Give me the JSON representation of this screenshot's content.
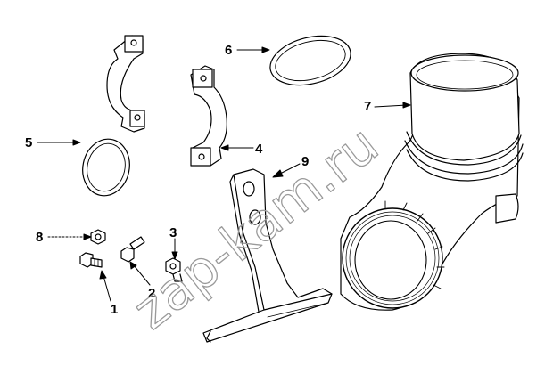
{
  "corner_mark": " ",
  "watermark": {
    "text": "zap-kam.ru",
    "color": "#9a9a9a"
  },
  "callouts": [
    {
      "id": "1",
      "label": "1"
    },
    {
      "id": "2",
      "label": "2"
    },
    {
      "id": "3",
      "label": "3"
    },
    {
      "id": "4",
      "label": "4"
    },
    {
      "id": "5",
      "label": "5"
    },
    {
      "id": "6",
      "label": "6"
    },
    {
      "id": "7",
      "label": "7"
    },
    {
      "id": "8",
      "label": "8"
    },
    {
      "id": "9",
      "label": "9"
    }
  ],
  "parts": [
    {
      "callout": "1",
      "kind": "bolt-icon"
    },
    {
      "callout": "2",
      "kind": "bolt-icon"
    },
    {
      "callout": "3",
      "kind": "fitting-icon"
    },
    {
      "callout": "4",
      "kind": "clamp-half-icon"
    },
    {
      "callout": "5",
      "kind": "seal-ring-icon"
    },
    {
      "callout": "6",
      "kind": "seal-ring-icon"
    },
    {
      "callout": "7",
      "kind": "elbow-pipe-icon"
    },
    {
      "callout": "8",
      "kind": "nut-icon"
    },
    {
      "callout": "9",
      "kind": "bracket-icon"
    }
  ]
}
